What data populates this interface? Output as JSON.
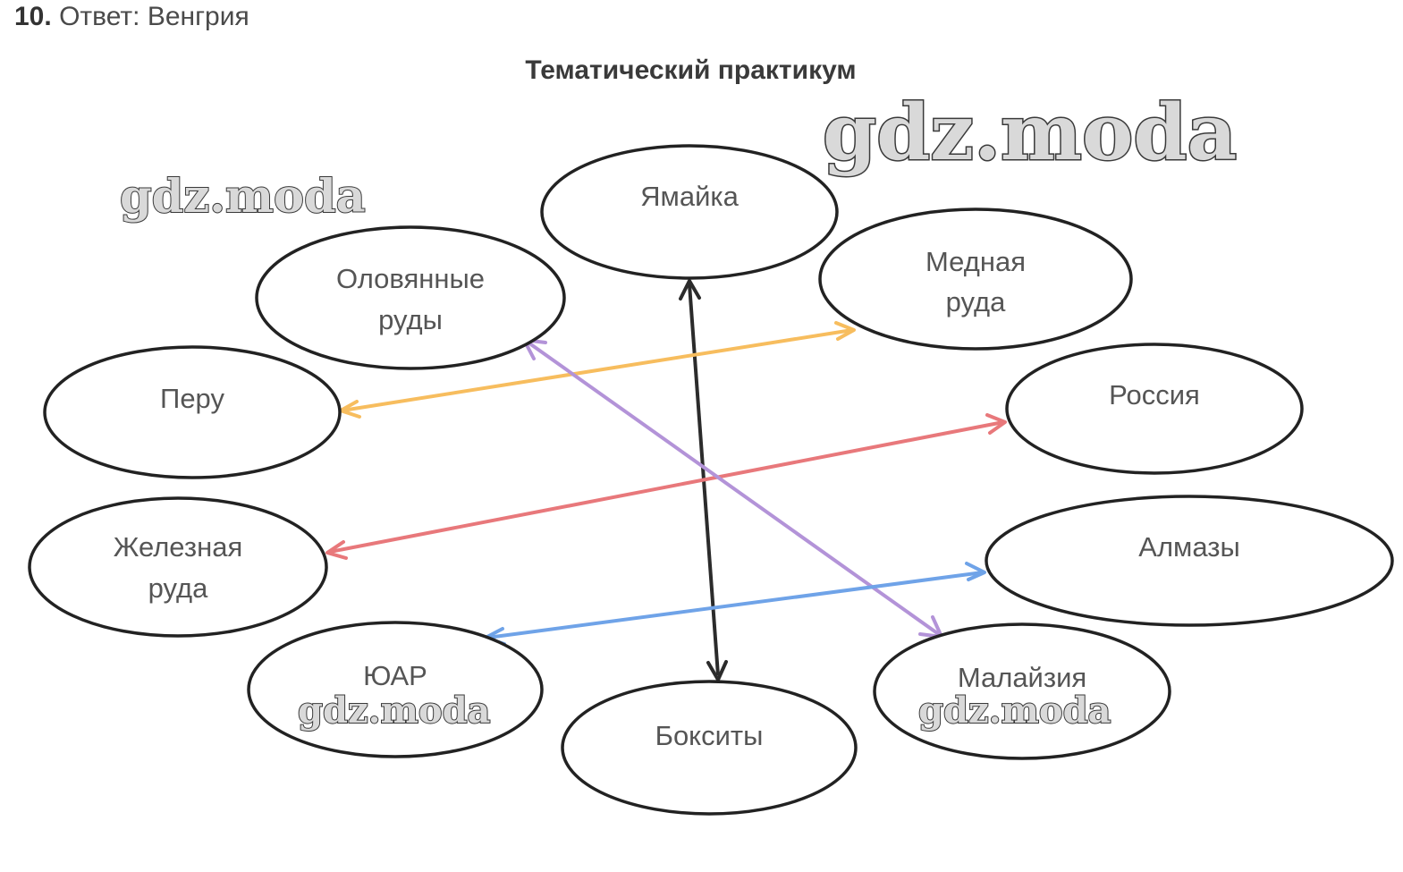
{
  "answer": {
    "number": "10.",
    "text": "Ответ: Венгрия"
  },
  "section_title": "Тематический практикум",
  "nodes": {
    "jamaica": [
      "Ямайка"
    ],
    "tin_ores": [
      "Оловянные",
      "руды"
    ],
    "copper_ore": [
      "Медная",
      "руда"
    ],
    "peru": [
      "Перу"
    ],
    "russia": [
      "Россия"
    ],
    "iron_ore": [
      "Железная",
      "руда"
    ],
    "diamonds": [
      "Алмазы"
    ],
    "south_africa": [
      "ЮАР"
    ],
    "malaysia": [
      "Малайзия"
    ],
    "bauxites": [
      "Бокситы"
    ]
  },
  "connections": [
    {
      "from": "jamaica",
      "to": "bauxites",
      "color": "#2b2b2b"
    },
    {
      "from": "peru",
      "to": "copper_ore",
      "color": "#f7bd5e"
    },
    {
      "from": "tin_ores",
      "to": "malaysia",
      "color": "#b393d8"
    },
    {
      "from": "iron_ore",
      "to": "russia",
      "color": "#e8787b"
    },
    {
      "from": "south_africa",
      "to": "diamonds",
      "color": "#6fa3e8"
    }
  ],
  "watermark": "gdz.moda"
}
